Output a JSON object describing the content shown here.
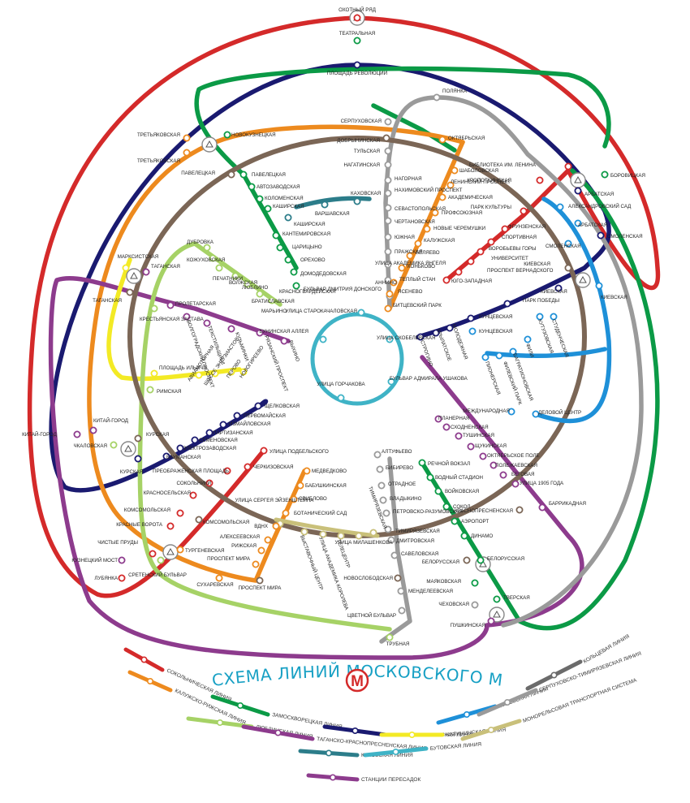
{
  "title": "СХЕМА ЛИНИЙ МОСКОВСКОГО МЕТРОПОЛИТЕНА",
  "logo_letter": "М",
  "colors": {
    "red": "#d42a2a",
    "green": "#0b9a46",
    "blue": "#1a1a70",
    "lightblue": "#1e90d8",
    "brown": "#7b6656",
    "orange": "#ed8a1e",
    "violet": "#8d3b8d",
    "yellow": "#f3ea25",
    "lime": "#a6d266",
    "grey": "#9a9a9a",
    "cyan": "#3fb3c6",
    "teal": "#2c7d8a",
    "sand": "#c9c07a",
    "darkgrey": "#6b6b6b"
  },
  "legend": [
    {
      "name": "СОКОЛЬНИЧЕСКАЯ ЛИНИЯ",
      "color": "red"
    },
    {
      "name": "КАЛУЖСКО-РИЖСКАЯ ЛИНИЯ",
      "color": "orange"
    },
    {
      "name": "ЗАМОСКВОРЕЦКАЯ ЛИНИЯ",
      "color": "green"
    },
    {
      "name": "ЛЮБЛИНСКАЯ ЛИНИЯ",
      "color": "lime"
    },
    {
      "name": "ТАГАНСКО-КРАСНОПРЕСНЕНСКАЯ ЛИНИЯ",
      "color": "violet"
    },
    {
      "name": "АРБАТСКО-ПОКРОВСКАЯ ЛИНИЯ",
      "color": "blue"
    },
    {
      "name": "КАХОВСКАЯ ЛИНИЯ",
      "color": "teal"
    },
    {
      "name": "КАЛИНИНСКАЯ ЛИНИЯ",
      "color": "yellow"
    },
    {
      "name": "БУТОВСКАЯ ЛИНИЯ",
      "color": "cyan"
    },
    {
      "name": "ФИЛЕВСКАЯ ЛИНИЯ",
      "color": "lightblue"
    },
    {
      "name": "МОНОРЕЛЬСОВАЯ ТРАНСПОРТНАЯ СИСТЕМА",
      "color": "sand"
    },
    {
      "name": "СЕРПУХОВСКО-ТИМИРЯЗЕВСКАЯ ЛИНИЯ",
      "color": "grey"
    },
    {
      "name": "КОЛЬЦЕВАЯ ЛИНИЯ",
      "color": "darkgrey"
    },
    {
      "name": "СТАНЦИИ ПЕРЕСАДОК",
      "color": "violet"
    }
  ],
  "stations": {
    "ohotny": "ОХОТНЫЙ РЯД",
    "teatr": "ТЕАТРАЛЬНАЯ",
    "plrev": "ПЛОЩАДЬ РЕВОЛЮЦИИ",
    "polyanka": "ПОЛЯНКА",
    "serp": "СЕРПУХОВСКАЯ",
    "dobr": "ДОБРЫНИНСКАЯ",
    "tul": "ТУЛЬСКАЯ",
    "nagat": "НАГАТИНСКАЯ",
    "nagorn": "НАГОРНАЯ",
    "nahim": "НАХИМОВСКИЙ ПРОСПЕКТ",
    "sevast": "СЕВАСТОПОЛЬСКАЯ",
    "chert": "ЧЕРТАНОВСКАЯ",
    "yuzh": "ЮЖНАЯ",
    "prazh": "ПРАЖСКАЯ",
    "yangel": "УЛИЦА АКАДЕМИКА ЯНГЕЛЯ",
    "annino": "АННИНО",
    "bdd": "БУЛЬВАР ДМИТРИЯ ДОНСКОГО",
    "oktyab": "ОКТЯБРЬСКАЯ",
    "shab": "ШАБОЛОВСКАЯ",
    "leninpr": "ЛЕНИНСКИЙ ПРОСПЕКТ",
    "akadem": "АКАДЕМИЧЕСКАЯ",
    "prof": "ПРОФСОЮЗНАЯ",
    "novcher": "НОВЫЕ ЧЕРЕМУШКИ",
    "kaluzh": "КАЛУЖСКАЯ",
    "belyaevo": "БЕЛЯЕВО",
    "konkovo": "КОНЬКОВО",
    "teplst": "ТЕПЛЫЙ СТАН",
    "yasen": "ЯСЕНЕВО",
    "bitpark": "БИТЦЕВСКИЙ ПАРК",
    "bibl": "БИБЛИОТЕКА ИМ. ЛЕНИНА",
    "kropot": "КРОПОТКИНСКАЯ",
    "parkkult": "ПАРК КУЛЬТУРЫ",
    "frunz": "ФРУНЗЕНСКАЯ",
    "sport": "СПОРТИВНАЯ",
    "vorob": "ВОРОБЬЕВЫ ГОРЫ",
    "univer": "УНИВЕРСИТЕТ",
    "vernad": "ПРОСПЕКТ ВЕРНАДСКОГО",
    "yugoz": "ЮГО-ЗАПАДНАЯ",
    "borov": "БОРОВИЦКАЯ",
    "arbat": "АРБАТСКАЯ",
    "alexsad": "АЛЕКСАНДРОВСКИЙ САД",
    "arbat2": "АРБАТСКАЯ",
    "smol": "СМОЛЕНСКАЯ",
    "smol2": "СМОЛЕНСКАЯ",
    "kiev": "КИЕВСКАЯ",
    "kiev2": "КИЕВСКАЯ",
    "kiev3": "КИЕВСКАЯ",
    "parkpob": "ПАРК ПОБЕДЫ",
    "kunc": "КУНЦЕВСКАЯ",
    "kunc2": "КУНЦЕВСКАЯ",
    "molod": "МОЛОДЕЖНАЯ",
    "krylat": "КРЫЛАТСКОЕ",
    "strog": "СТРОГИНО",
    "studen": "СТУДЕНЧЕСКАЯ",
    "kutuz": "КУТУЗОВСКАЯ",
    "fili": "ФИЛИ",
    "bagrat": "БАГРАТИОНОВСКАЯ",
    "filpark": "ФИЛЕВСКИЙ ПАРК",
    "pioner": "ПИОНЕРСКАЯ",
    "mezhd": "МЕЖДУНАРОДНАЯ",
    "delcent": "ДЕЛОВОЙ ЦЕНТР",
    "planer": "ПЛАНЕРНАЯ",
    "shodn": "СХОДНЕНСКАЯ",
    "tush": "ТУШИНСКАЯ",
    "shuk": "ЩУКИНСКАЯ",
    "oktpole": "ОКТЯБРЬСКОЕ ПОЛЕ",
    "polezh": "ПОЛЕЖАЕВСКАЯ",
    "begov": "БЕГОВАЯ",
    "u1905": "УЛИЦА 1905 ГОДА",
    "barrik": "БАРРИКАДНАЯ",
    "krpres": "КРАСНОПРЕСНЕНСКАЯ",
    "rechvok": "РЕЧНОЙ ВОКЗАЛ",
    "vodst": "ВОДНЫЙ СТАДИОН",
    "voikov": "ВОЙКОВСКАЯ",
    "sokol": "СОКОЛ",
    "aerop": "АЭРОПОРТ",
    "dinamo": "ДИНАМО",
    "belor": "БЕЛОРУССКАЯ",
    "belor2": "БЕЛОРУССКАЯ",
    "mayak": "МАЯКОВСКАЯ",
    "tver": "ТВЕРСКАЯ",
    "chehov": "ЧЕХОВСКАЯ",
    "push": "ПУШКИНСКАЯ",
    "altuf": "АЛТУФЬЕВО",
    "bibir": "БИБИРЕВО",
    "otrad": "ОТРАДНОЕ",
    "vladyk": "ВЛАДЫКИНО",
    "petrraz": "ПЕТРОВСКО-РАЗУМОВСКАЯ",
    "timir": "ТИМИРЯЗЕВСКАЯ",
    "timir2": "ТИМИРЯЗЕВСКАЯ",
    "dmitr": "ДМИТРОВСКАЯ",
    "savel": "САВЕЛОВСКАЯ",
    "mendel": "МЕНДЕЛЕЕВСКАЯ",
    "cvetb": "ЦВЕТНОЙ БУЛЬВАР",
    "novosl": "НОВОСЛОБОДСКАЯ",
    "trubn": "ТРУБНАЯ",
    "ulmil": "УЛИЦА МИЛАШЕНКОВА",
    "telecent": "ТЕЛЕЦЕНТР",
    "ulkor": "УЛИЦА АКАДЕМИКА КОРОЛЕВА",
    "vystcent": "ВЫСТАВОЧНЫЙ ЦЕНТР",
    "ulsergeis": "УЛИЦА СЕРГЕЯ ЭЙЗЕНШТЕЙНА",
    "medved": "МЕДВЕДКОВО",
    "babush": "БАБУШКИНСКАЯ",
    "sviblovo": "СВИБЛОВО",
    "botsad": "БОТАНИЧЕСКИЙ САД",
    "vdnh": "ВДНХ",
    "alekseev": "АЛЕКСЕЕВСКАЯ",
    "rizh": "РИЖСКАЯ",
    "prmira": "ПРОСПЕКТ МИРА",
    "prmira2": "ПРОСПЕКТ МИРА",
    "sukhar": "СУХАРЕВСКАЯ",
    "turgen": "ТУРГЕНЕВСКАЯ",
    "sretb": "СРЕТЕНСКИЙ БУЛЬВАР",
    "chistpr": "ЧИСТЫЕ ПРУДЫ",
    "lubyanka": "ЛУБЯНКА",
    "kuzmost": "КУЗНЕЦКИЙ МОСТ",
    "krvorota": "КРАСНЫЕ ВОРОТА",
    "komsom": "КОМСОМОЛЬСКАЯ",
    "komsom2": "КОМСОМОЛЬСКАЯ",
    "krasnos": "КРАСНОСЕЛЬСКАЯ",
    "sokoln": "СОКОЛЬНИКИ",
    "preobr": "ПРЕОБРАЖЕНСКАЯ ПЛОЩАДЬ",
    "cherkiz": "ЧЕРКИЗОВСКАЯ",
    "ulpodb": "УЛИЦА ПОДБЕЛЬСКОГО",
    "shchelk": "ЩЕЛКОВСКАЯ",
    "pervom": "ПЕРВОМАЙСКАЯ",
    "izmail": "ИЗМАЙЛОВСКАЯ",
    "partiz": "ПАРТИЗАНСКАЯ",
    "semen": "СЕМЕНОВСКАЯ",
    "elektro": "ЭЛЕКТРОЗАВОДСКАЯ",
    "bauman": "БАУМАНСКАЯ",
    "kursk": "КУРСКАЯ",
    "kursk2": "КУРСКАЯ",
    "chkal": "ЧКАЛОВСКАЯ",
    "kitay": "КИТАЙ-ГОРОД",
    "kitay2": "КИТАЙ-ГОРОД",
    "novogir": "НОВОГИРЕЕВО",
    "perovo": "ПЕРОВО",
    "shossent": "ШОССЕ ЭНТУЗИАСТОВ",
    "aviamot": "АВИАМОТОРНАЯ",
    "plilich": "ПЛОЩАДЬ ИЛЬИЧА",
    "rimsk": "РИМСКАЯ",
    "marks": "МАРКСИСТСКАЯ",
    "tagan": "ТАГАНСКАЯ",
    "tagan2": "ТАГАНСКАЯ",
    "krest": "КРЕСТЬЯНСКАЯ ЗАСТАВА",
    "prolet": "ПРОЛЕТАРСКАЯ",
    "volgpr": "ВОЛГОГРАДСКИЙ ПРОСПЕКТ",
    "tekst": "ТЕКСТИЛЬЩИКИ",
    "kuzm": "КУЗЬМИНКИ",
    "ryazpr": "РЯЗАНСКИЙ ПРОСПЕКТ",
    "vyhino": "ВЫХИНО",
    "dubrov": "ДУБРОВКА",
    "kozh": "КОЖУХОВСКАЯ",
    "pechat": "ПЕЧАТНИКИ",
    "volzh": "ВОЛЖСКАЯ",
    "lyublino": "ЛЮБЛИНО",
    "bratisl": "БРАТИСЛАВСКАЯ",
    "maryino": "МАРЬИНО",
    "tretyak": "ТРЕТЬЯКОВСКАЯ",
    "tretyak2": "ТРЕТЬЯКОВСКАЯ",
    "novokuz": "НОВОКУЗНЕЦКАЯ",
    "pavel": "ПАВЕЛЕЦКАЯ",
    "pavel2": "ПАВЕЛЕЦКАЯ",
    "avtoz": "АВТОЗАВОДСКАЯ",
    "kolom": "КОЛОМЕНСКАЯ",
    "kashir": "КАШИРСКАЯ",
    "kashir2": "КАШИРСКАЯ",
    "varsh": "ВАРШАВСКАЯ",
    "kahov": "КАХОВСКАЯ",
    "kantem": "КАНТЕМИРОВСКАЯ",
    "caric": "ЦАРИЦЫНО",
    "orehovo": "ОРЕХОВО",
    "domod": "ДОМОДЕДОВСКАЯ",
    "krasnogv": "КРАСНОГВАРДЕЙСКАЯ",
    "ulstarok": "УЛИЦА СТАРОКАЧАЛОВСКАЯ",
    "bunin": "БУНИНСКАЯ АЛЛЕЯ",
    "ulskob": "УЛИЦА СКОБЕЛЕВСКАЯ",
    "bulush": "БУЛЬВАР АДМИРАЛА УШАКОВА",
    "ulgorch": "УЛИЦА ГОРЧАКОВА"
  }
}
